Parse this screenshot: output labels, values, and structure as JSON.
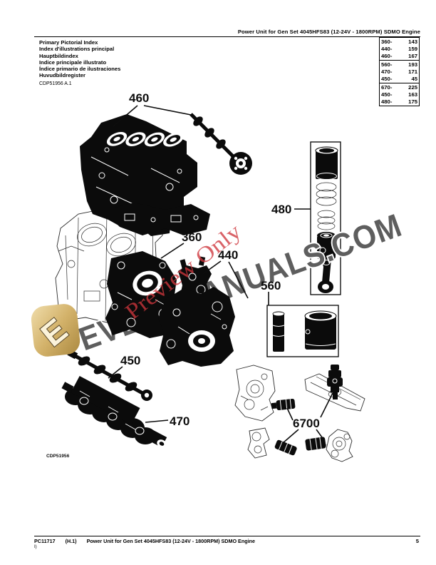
{
  "header": {
    "title": "Power Unit for Gen Set 4045HFS83 (12-24V - 1800RPM) SDMO Engine"
  },
  "pictorial_index": {
    "titles": [
      "Primary Pictorial Index",
      "Index d'illustrations principal",
      "Hauptbildindex",
      "Indice principale illustrato",
      "Índice primario de ilustraciones",
      "Huvudbildregister"
    ],
    "figure_code": "CDP51956 A.1"
  },
  "page_reference_table": {
    "rows": [
      {
        "section": "360-",
        "page": "143"
      },
      {
        "section": "440-",
        "page": "159"
      },
      {
        "section": "460-",
        "page": "167"
      },
      {
        "section": "560-",
        "page": "193"
      },
      {
        "section": "470-",
        "page": "171"
      },
      {
        "section": "450-",
        "page": "45"
      },
      {
        "section": "670-",
        "page": "225"
      },
      {
        "section": "450-",
        "page": "163"
      },
      {
        "section": "480-",
        "page": "175"
      }
    ]
  },
  "figure": {
    "label": "CDP51956",
    "callouts": {
      "cylinder_block": "460",
      "timing_gear_housing": "360",
      "timing_gear_cover": "440",
      "camshaft": "450",
      "crankshaft": "470",
      "piston_liner_kit": "480",
      "liner_kit": "560",
      "sensors": "6700"
    }
  },
  "watermark": {
    "site": "EVERYMANUALS.COM",
    "preview": "Preview Only",
    "logo_letter": "E",
    "site_color": "#5e5e5e",
    "preview_color": "#ce363c",
    "logo_gold": "#c9a050"
  },
  "footer": {
    "doc_number": "PC11717",
    "revision": "(H.1)",
    "title": "Power Unit for Gen Set 4045HFS83 (12-24V - 1800RPM) SDMO Engine",
    "page_number": "5",
    "sub_note": "I)"
  }
}
